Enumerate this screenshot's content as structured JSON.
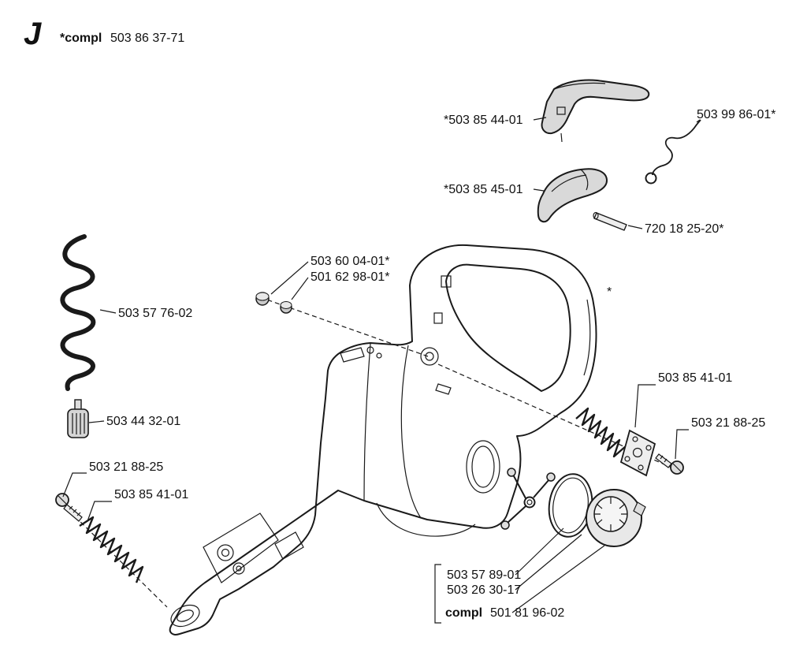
{
  "header": {
    "section_letter": "J",
    "compl_prefix": "*compl",
    "compl_number": "503 86 37-71"
  },
  "labels": {
    "throttle_trigger": "*503 85 44-01",
    "throttle_wire": "503 99 86-01*",
    "trigger_lockout": "*503 85 45-01",
    "trigger_pin": "720 18 25-20*",
    "tank_spring": "503 57 76-02",
    "plug_upper": "503 60 04-01*",
    "plug_lower": "501 62 98-01*",
    "fuel_filter": "503 44 32-01",
    "screw_left": "503 21 88-25",
    "vib_damper_left": "503 85 41-01",
    "vib_damper_right": "503 85 41-01",
    "screw_right": "503 21 88-25",
    "handle_asterisk": "*",
    "cap_retainer": "503 57 89-01",
    "cap_oring": "503 26 30-17",
    "cap_compl_word": "compl",
    "cap_compl_number": "501 81 96-02"
  }
}
